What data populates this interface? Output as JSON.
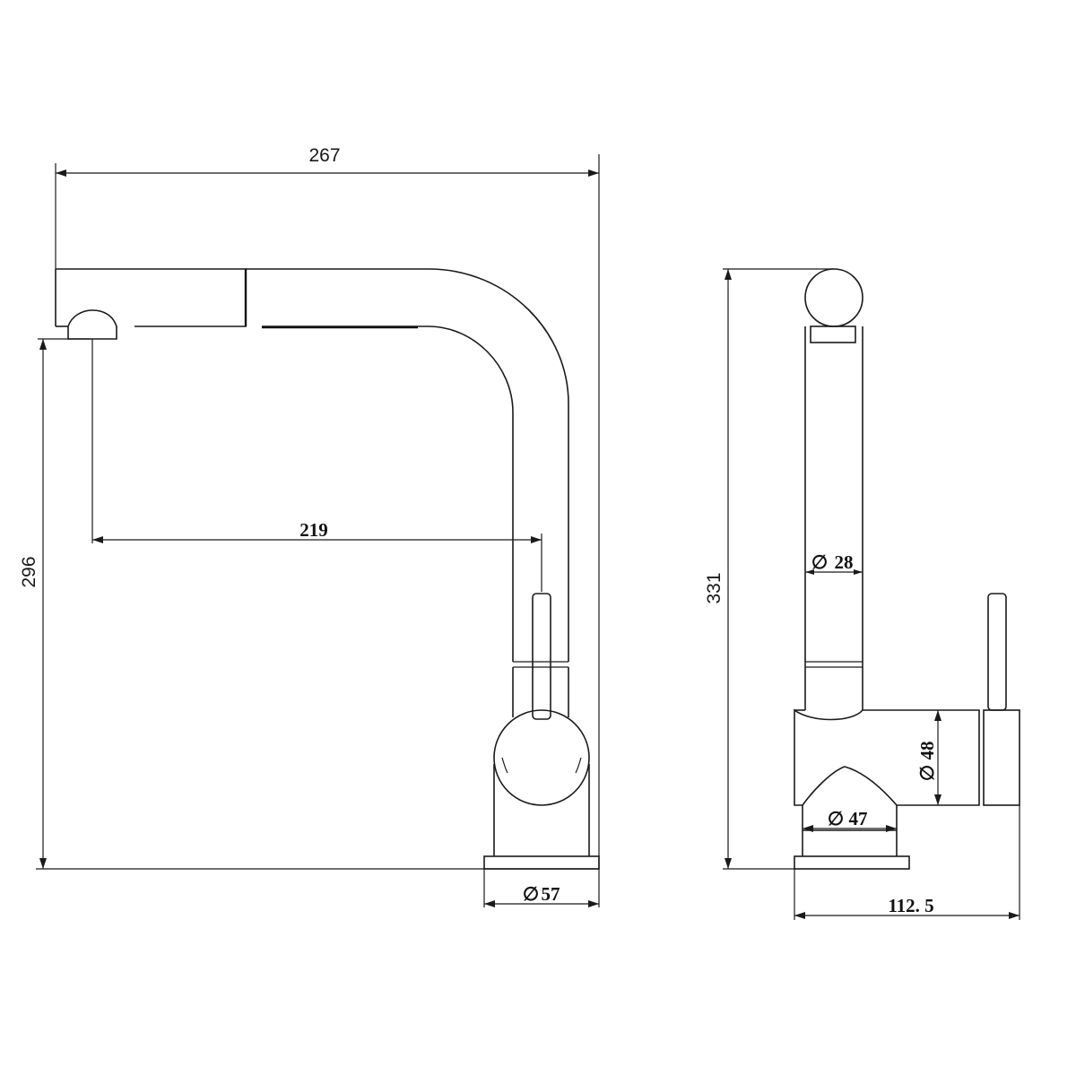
{
  "front_view": {
    "dimensions": {
      "overall_width": "267",
      "overall_height": "296",
      "spout_reach": "219",
      "base_diameter": "57"
    }
  },
  "side_view": {
    "dimensions": {
      "overall_height": "331",
      "spout_diameter": "28",
      "body_diameter": "48",
      "neck_diameter": "47",
      "overall_depth": "112. 5"
    }
  },
  "symbols": {
    "diameter": "∅"
  },
  "colors": {
    "line": "#1a1a1a",
    "background": "#ffffff"
  }
}
